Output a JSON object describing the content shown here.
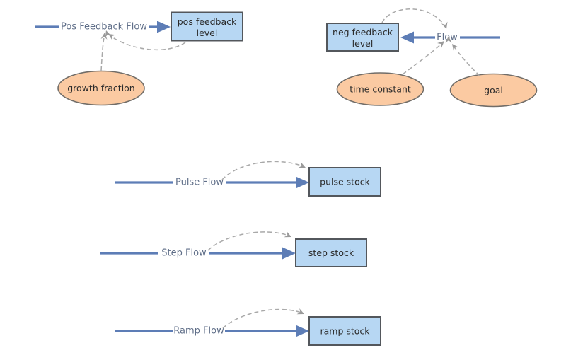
{
  "colors": {
    "background": "#ffffff",
    "flow_blue": "#5d7db6",
    "flow_label_text": "#5f6e88",
    "stock_fill": "#b7d7f3",
    "stock_border": "#53575c",
    "converter_fill": "#fbcaa2",
    "converter_border": "#716d68",
    "dependency_gray": "#a9a9a9",
    "node_text": "#2b2b2b"
  },
  "clusters": {
    "pos_feedback": {
      "flow_label": "Pos Feedback Flow",
      "stock_label": [
        "pos feedback",
        "level"
      ],
      "converters": [
        "growth fraction"
      ]
    },
    "neg_feedback": {
      "flow_label": "Flow",
      "stock_label": [
        "neg feedback",
        "level"
      ],
      "converters": [
        "time constant",
        "goal"
      ]
    },
    "pulse": {
      "flow_label": "Pulse Flow",
      "stock_label": "pulse stock"
    },
    "step": {
      "flow_label": "Step Flow",
      "stock_label": "step stock"
    },
    "ramp": {
      "flow_label": "Ramp Flow",
      "stock_label": "ramp stock"
    }
  }
}
